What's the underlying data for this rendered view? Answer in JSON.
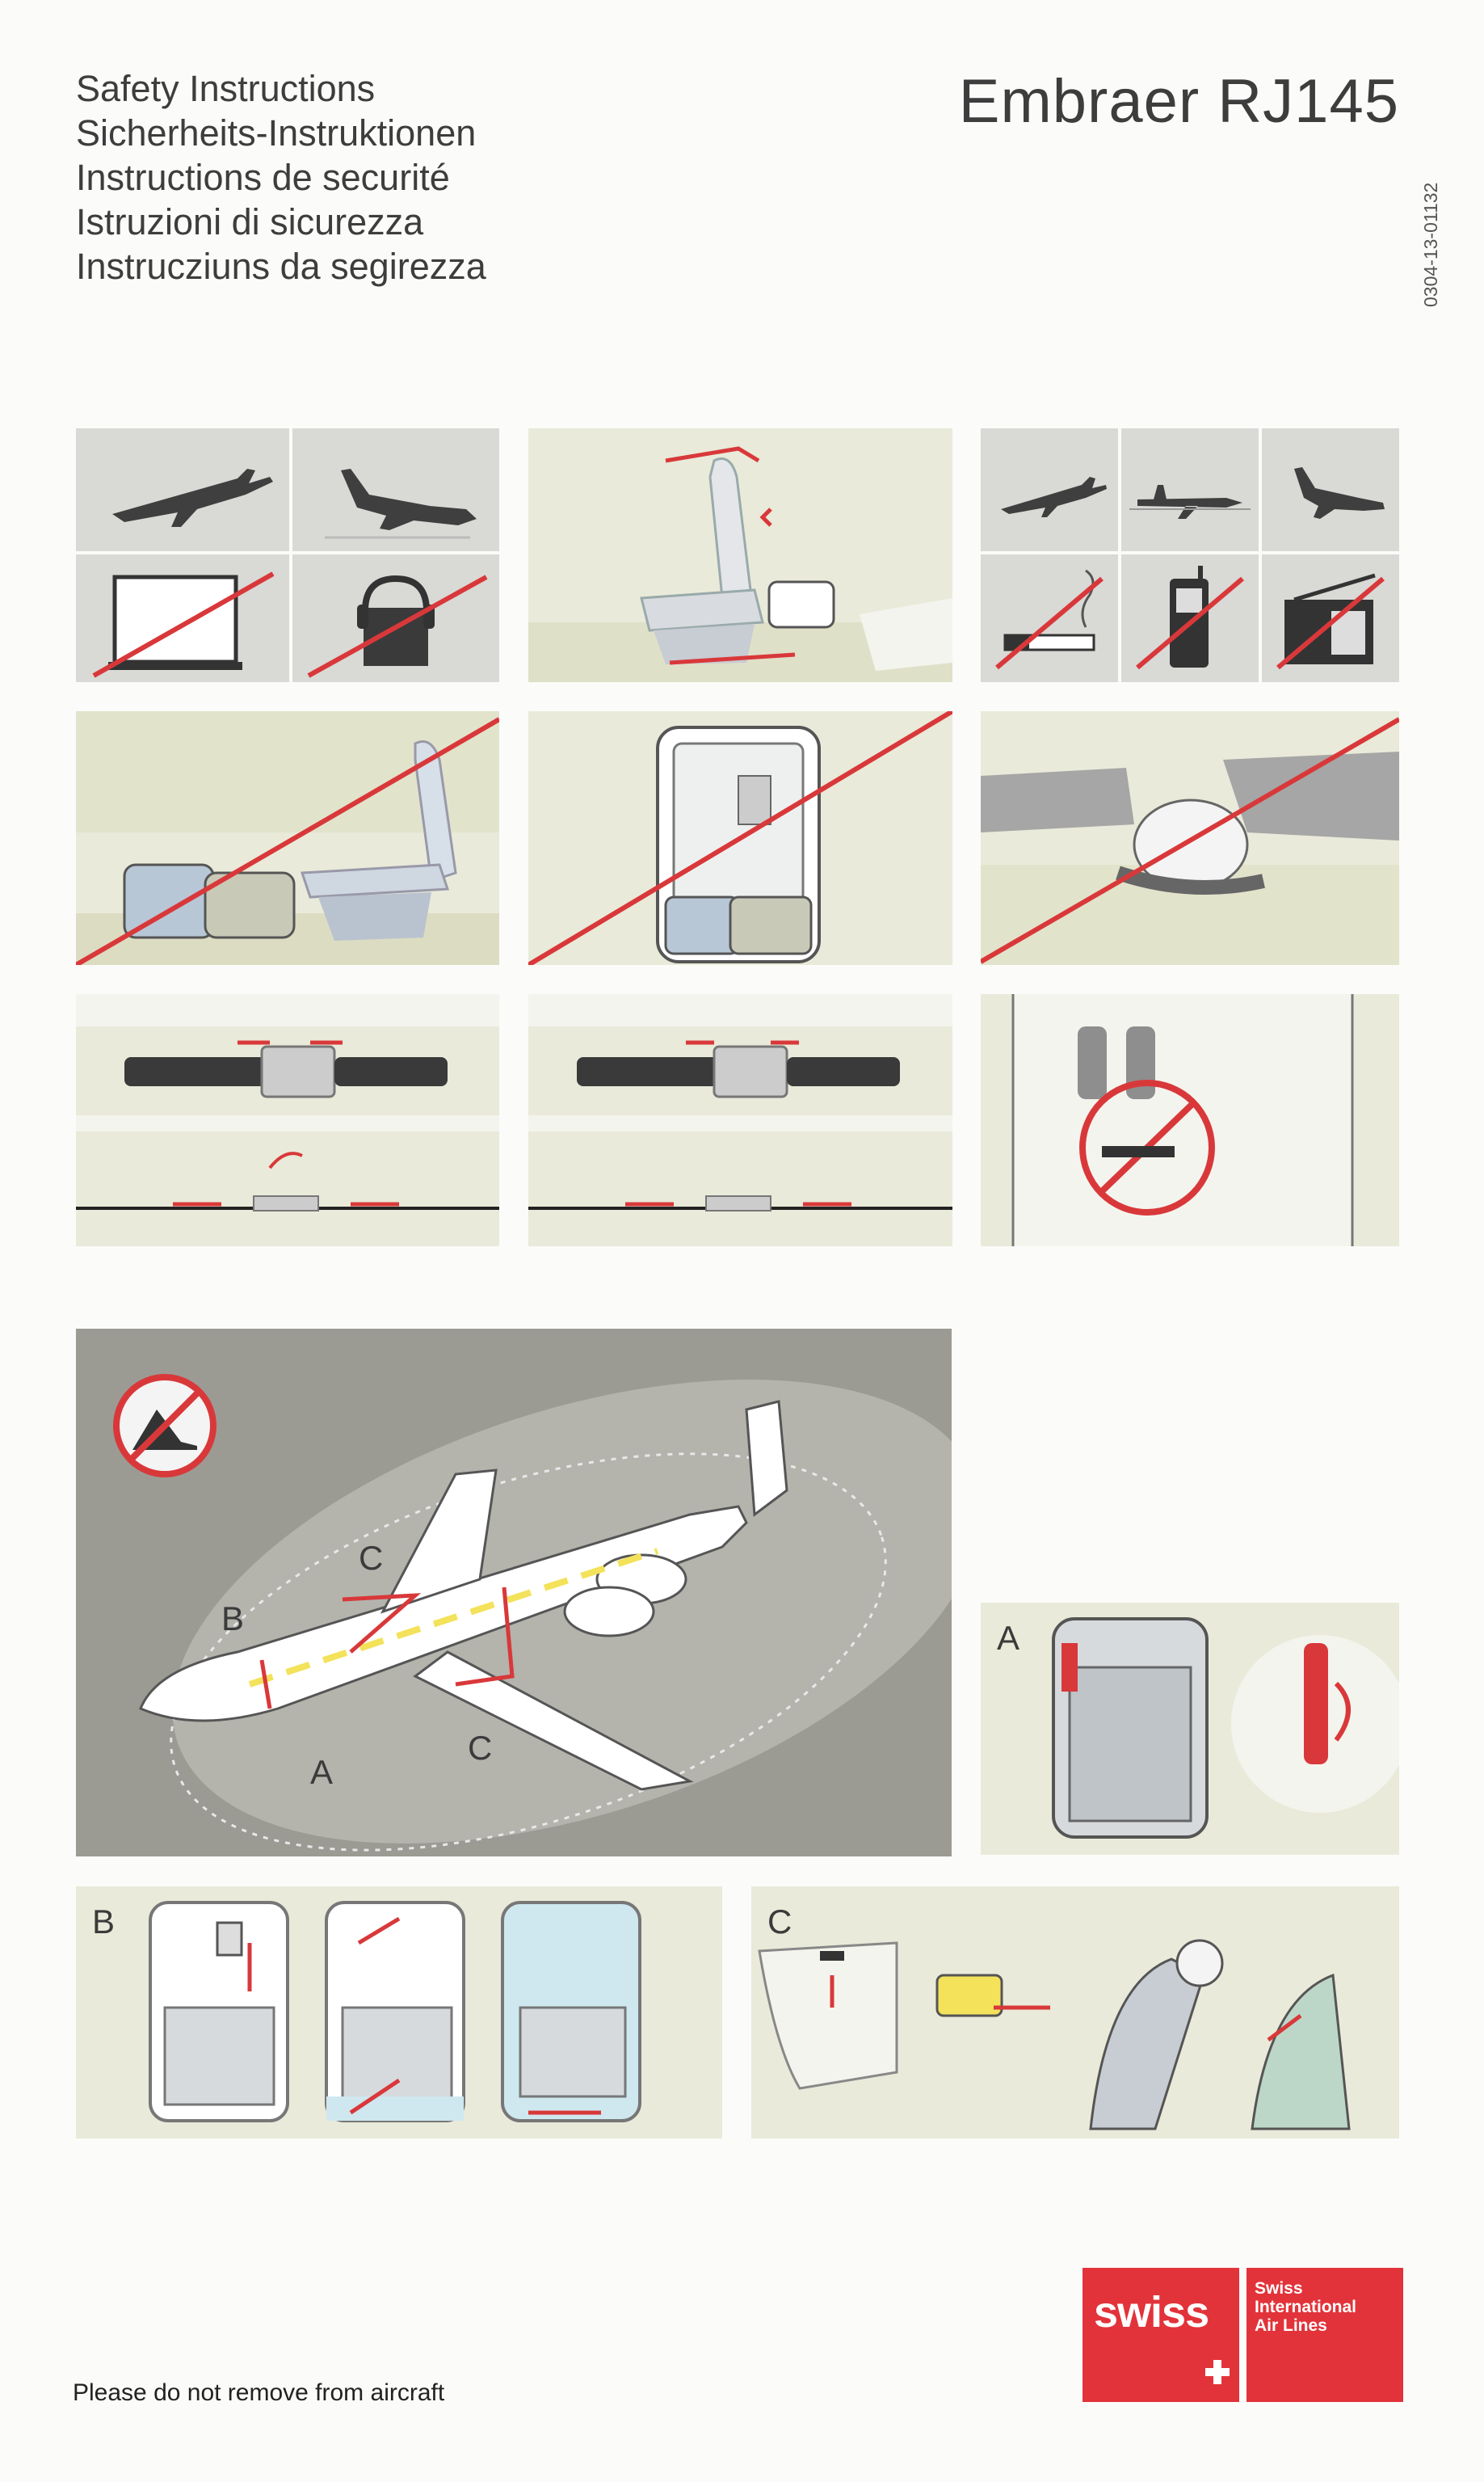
{
  "header": {
    "titles": [
      "Safety Instructions",
      "Sicherheits-Instruktionen",
      "Instructions de securité",
      "Istruzioni di sicurezza",
      "Instrucziuns da segirezza"
    ],
    "aircraft": "Embraer RJ145",
    "document_code": "0304-13-01132"
  },
  "diagram_labels": {
    "exit_b": "B",
    "exit_a": "A",
    "exit_c_upper": "C",
    "exit_c_lower": "C",
    "detail_a": "A",
    "detail_b": "B",
    "detail_c": "C"
  },
  "footer": {
    "notice": "Please do not remove from aircraft"
  },
  "logo": {
    "wordmark": "swiss",
    "line1": "Swiss",
    "line2": "International",
    "line3": "Air Lines"
  },
  "colors": {
    "accent_red": "#d9383a",
    "panel_green": "#e9ead9",
    "panel_gray": "#d9d9d6",
    "stripe_yellow": "#f3e25a"
  }
}
